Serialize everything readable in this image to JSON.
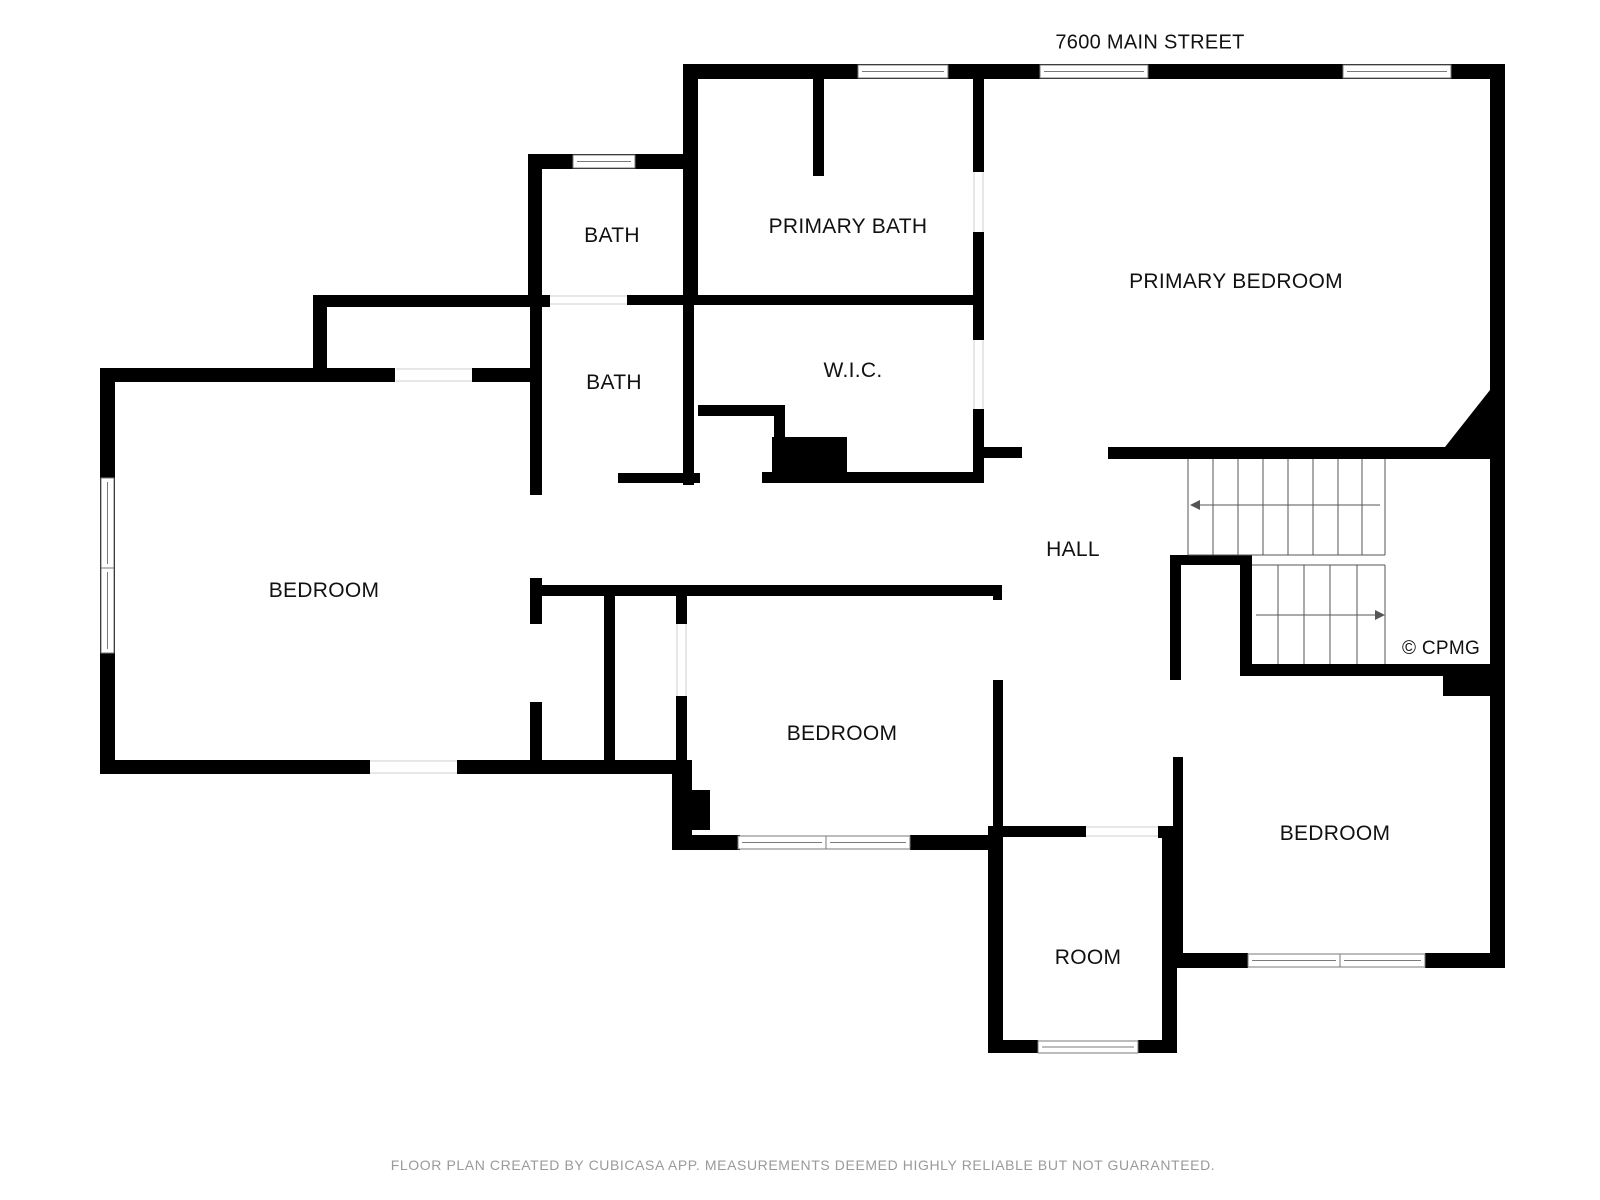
{
  "street": "7600 MAIN STREET",
  "rooms": {
    "bath_upper": "BATH",
    "bath_lower": "BATH",
    "primary_bath": "PRIMARY BATH",
    "primary_bedroom": "PRIMARY BEDROOM",
    "wic": "W.I.C.",
    "bedroom_west": "BEDROOM",
    "hall": "HALL",
    "bedroom_middle": "BEDROOM",
    "bedroom_east": "BEDROOM",
    "room": "ROOM"
  },
  "copyright": "© CPMG",
  "footer": "FLOOR PLAN CREATED BY CUBICASA APP. MEASUREMENTS DEEMED HIGHLY RELIABLE BUT NOT GUARANTEED.",
  "colors": {
    "wall": "#000000",
    "window_frame": "#7a7a7a",
    "background": "#ffffff",
    "footer_text": "#9a9a9a"
  }
}
